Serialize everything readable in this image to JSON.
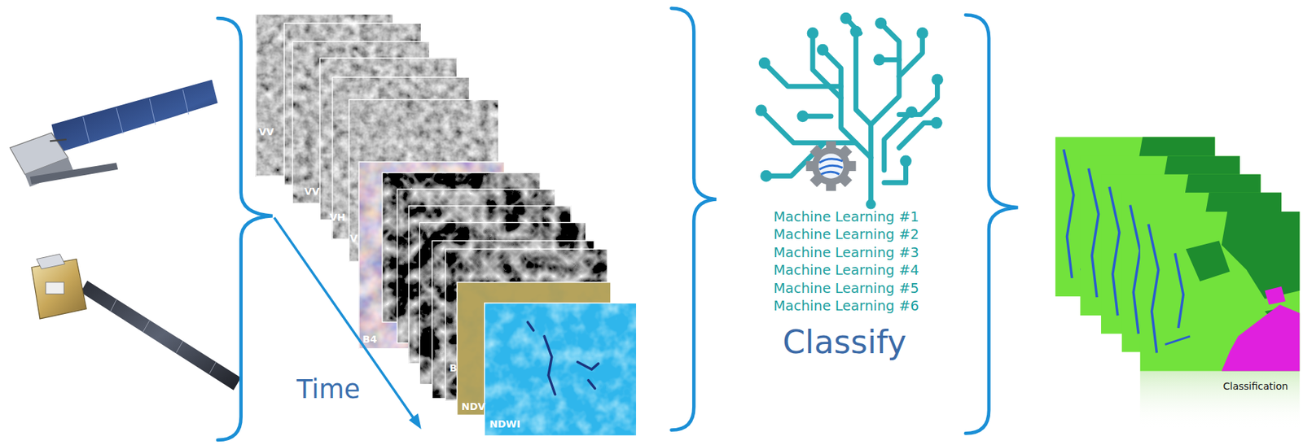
{
  "diagram": {
    "labels": [
      "VV",
      "VV",
      "VH",
      "V",
      "B4",
      "B",
      "NDV",
      "NDWI",
      "Time",
      "Machine Learning #1",
      "Machine Learning #2",
      "Machine Learning #3",
      "Machine Learning #4",
      "Machine Learning #5",
      "Machine Learning #6",
      "Classify",
      "Classification"
    ]
  }
}
